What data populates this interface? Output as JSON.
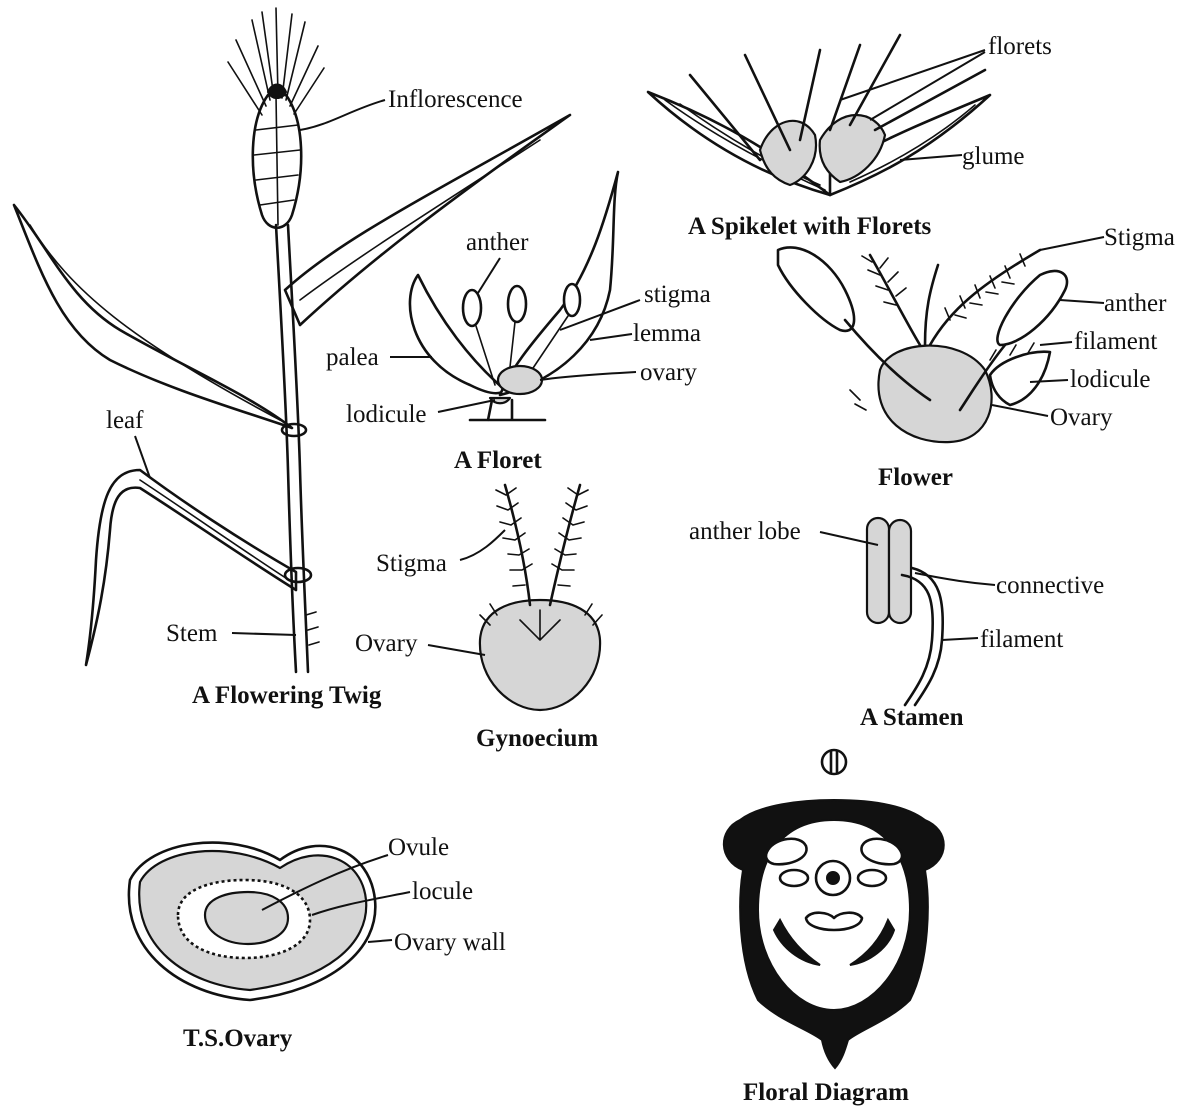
{
  "figures": {
    "twig": {
      "caption": "A Flowering Twig",
      "labels": {
        "inflorescence": "Inflorescence",
        "leaf": "leaf",
        "stem": "Stem"
      }
    },
    "spikelet": {
      "caption": "A Spikelet with Florets",
      "labels": {
        "florets": "florets",
        "glume": "glume"
      }
    },
    "floret": {
      "caption": "A Floret",
      "labels": {
        "anther": "anther",
        "stigma": "stigma",
        "lemma": "lemma",
        "palea": "palea",
        "ovary": "ovary",
        "lodicule": "lodicule"
      }
    },
    "flower": {
      "caption": "Flower",
      "labels": {
        "stigma": "Stigma",
        "anther": "anther",
        "filament": "filament",
        "lodicule": "lodicule",
        "ovary": "Ovary"
      }
    },
    "gynoecium": {
      "caption": "Gynoecium",
      "labels": {
        "stigma": "Stigma",
        "ovary": "Ovary"
      }
    },
    "stamen": {
      "caption": "A Stamen",
      "labels": {
        "anther_lobe": "anther lobe",
        "connective": "connective",
        "filament": "filament"
      }
    },
    "ts_ovary": {
      "caption": "T.S.Ovary",
      "labels": {
        "ovule": "Ovule",
        "locule": "locule",
        "ovary_wall": "Ovary wall"
      }
    },
    "floral_diagram": {
      "caption": "Floral Diagram"
    }
  },
  "colors": {
    "ink": "#111111",
    "background": "#ffffff",
    "stipple": "#d6d6d6"
  }
}
